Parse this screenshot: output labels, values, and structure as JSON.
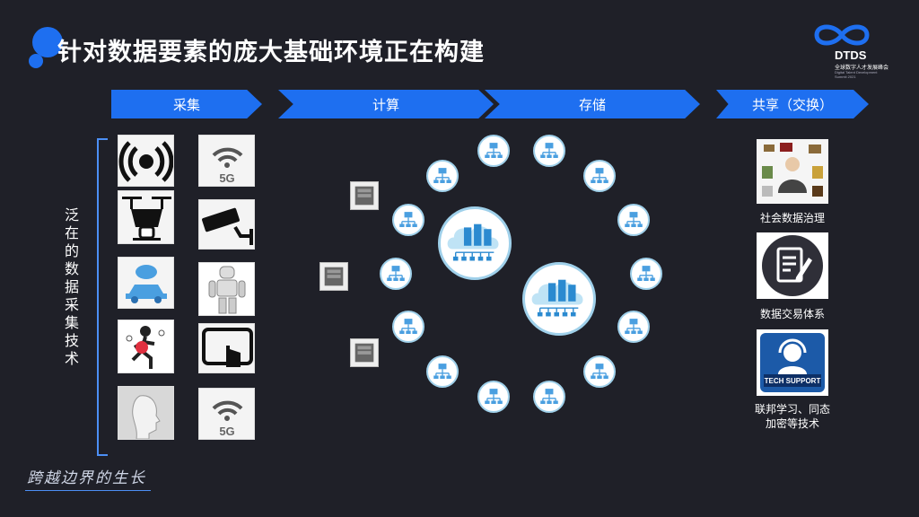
{
  "title": "针对数据要素的庞大基础环境正在构建",
  "logo": {
    "brand": "DTDS",
    "subtitle_cn": "全球数字人才发展峰会",
    "subtitle_en_1": "Digital Talent Development",
    "subtitle_en_2": "Summit 2021"
  },
  "stages": [
    "采集",
    "计算",
    "存储",
    "共享（交换）"
  ],
  "collection_label": "泛在的数据采集技术",
  "sharing": [
    {
      "caption": "社会数据治理",
      "icon": "judge-icon"
    },
    {
      "caption": "数据交易体系",
      "icon": "document-pen-icon"
    },
    {
      "caption": "联邦学习、同态加密等技术",
      "icon": "tech-support-icon",
      "badge": "TECH SUPPORT"
    }
  ],
  "tile_icons": [
    "radio-signal-icon",
    "wifi-5g-icon",
    "drone-icon",
    "cctv-camera-icon",
    "connected-car-icon",
    "robot-icon",
    "runner-sensor-icon",
    "tablet-touch-icon",
    "face-scan-icon",
    "wifi-5g-icon"
  ],
  "tile_text": {
    "five_g": "5G"
  },
  "signature": "跨越边界的生长",
  "colors": {
    "background": "#1f2028",
    "accent": "#1e6ff0",
    "node_border": "#9fd0ea"
  }
}
